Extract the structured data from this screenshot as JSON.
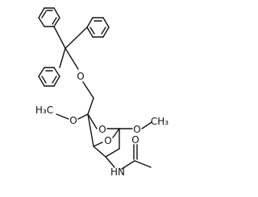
{
  "molecule": {
    "labels": {
      "trityl_ether_oxygen": "O",
      "ring_oxygen": "O",
      "bridge_oxygen": "O",
      "methoxy_left": "O",
      "methoxy_right": "O",
      "methyl_left": "H₃C",
      "methyl_right": "CH₃",
      "amide_nh": "HN",
      "carbonyl_oxygen": "O"
    },
    "colors": {
      "bond": "#111111",
      "text": "#111111",
      "background": "#ffffff"
    }
  }
}
